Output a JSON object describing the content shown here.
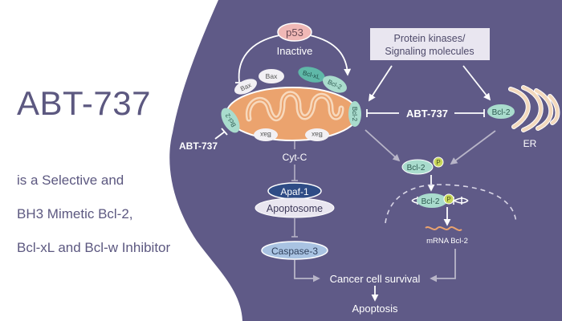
{
  "heading": {
    "title": "ABT-737",
    "subtitle_lines": [
      "is a Selective and",
      "BH3 Mimetic Bcl-2,",
      "Bcl-xL and Bcl-w Inhibitor"
    ]
  },
  "colors": {
    "panel": "#5f5a87",
    "text_dark": "#5c5880",
    "mito": "#eba36e",
    "mito_inner": "#f7d9bd",
    "bcl_teal": "#a9dccd",
    "bax_white": "#f2f0f4",
    "p53": "#f0b8b6",
    "apaf": "#2e4c86",
    "caspase": "#a9c3e2",
    "phospho": "#c8d65a",
    "er": "#f3d9bd"
  },
  "diagram": {
    "p53": "p53",
    "inactive": "Inactive",
    "kinases_line1": "Protein kinases/",
    "kinases_line2": "Signaling molecules",
    "bax": "Bax",
    "bcl_xl": "Bcl-xL",
    "bcl2": "Bcl-2",
    "abt_left": "ABT-737",
    "abt_center": "ABT-737",
    "cytc": "Cyt-C",
    "apaf": "Apaf-1",
    "apoptosome": "Apoptosome",
    "caspase": "Caspase-3",
    "er": "ER",
    "phospho": "P",
    "mrna": "mRNA Bcl-2",
    "survival": "Cancer cell survival",
    "apoptosis": "Apoptosis"
  }
}
